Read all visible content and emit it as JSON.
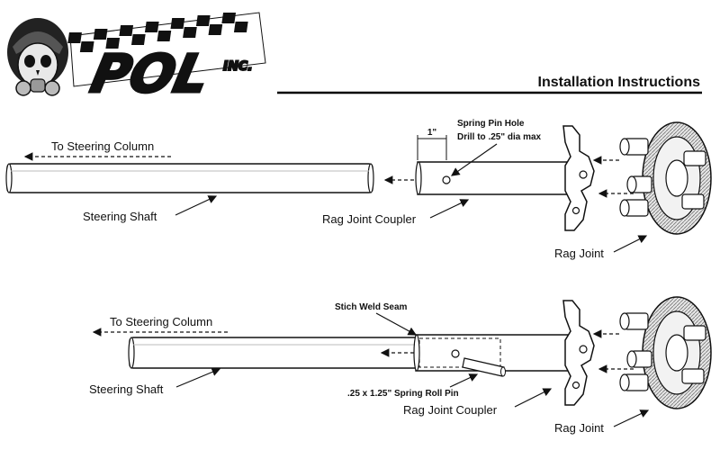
{
  "header": {
    "brand": "POL",
    "brand_suffix": "INC.",
    "title": "Installation Instructions"
  },
  "top_diagram": {
    "to_column": "To Steering Column",
    "shaft": "Steering Shaft",
    "coupler": "Rag Joint Coupler",
    "rag_joint": "Rag Joint",
    "dimension": "1\"",
    "hole_line1": "Spring Pin Hole",
    "hole_line2": "Drill to .25\" dia max"
  },
  "bottom_diagram": {
    "to_column": "To Steering Column",
    "shaft": "Steering Shaft",
    "coupler": "Rag Joint Coupler",
    "rag_joint": "Rag Joint",
    "weld": "Stich Weld Seam",
    "pin": ".25 x 1.25\" Spring Roll Pin"
  },
  "colors": {
    "line": "#111111",
    "header_rule": "#000000",
    "shaft_fill": "#ffffff",
    "rag_fill": "#d9d9d9"
  }
}
